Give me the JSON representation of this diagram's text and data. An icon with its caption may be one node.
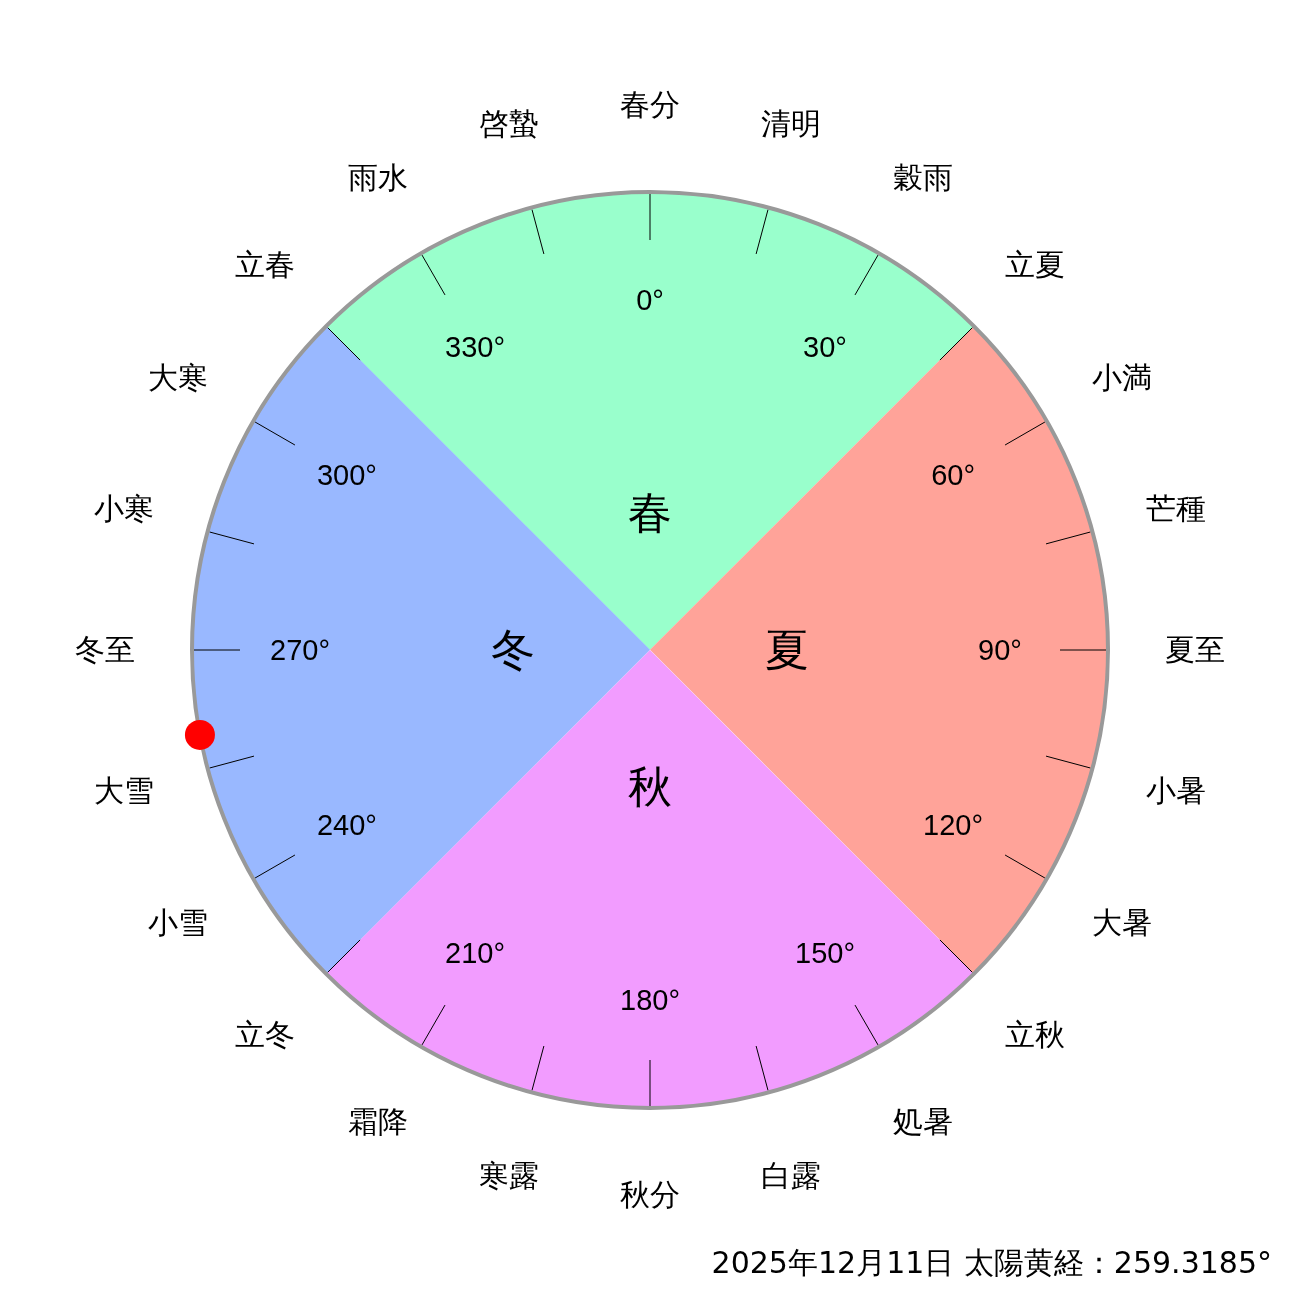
{
  "diagram": {
    "nodes": [
      {
        "text": [
          "春"
        ]
      },
      {
        "text": [
          "夏"
        ]
      },
      {
        "text": [
          "秋"
        ]
      },
      {
        "text": [
          "冬"
        ]
      }
    ],
    "labels": [
      "春分",
      "清明",
      "穀雨",
      "立夏",
      "小満",
      "芒種",
      "夏至",
      "小暑",
      "大暑",
      "立秋",
      "処暑",
      "白露",
      "秋分",
      "寒露",
      "霜降",
      "立冬",
      "小雪",
      "大雪",
      "冬至",
      "小寒",
      "大寒",
      "立春",
      "雨水",
      "啓蟄",
      "0°",
      "30°",
      "60°",
      "90°",
      "120°",
      "150°",
      "180°",
      "210°",
      "240°",
      "270°",
      "300°",
      "330°",
      "2025年12月11日 太陽黄経：259.3185°"
    ]
  }
}
